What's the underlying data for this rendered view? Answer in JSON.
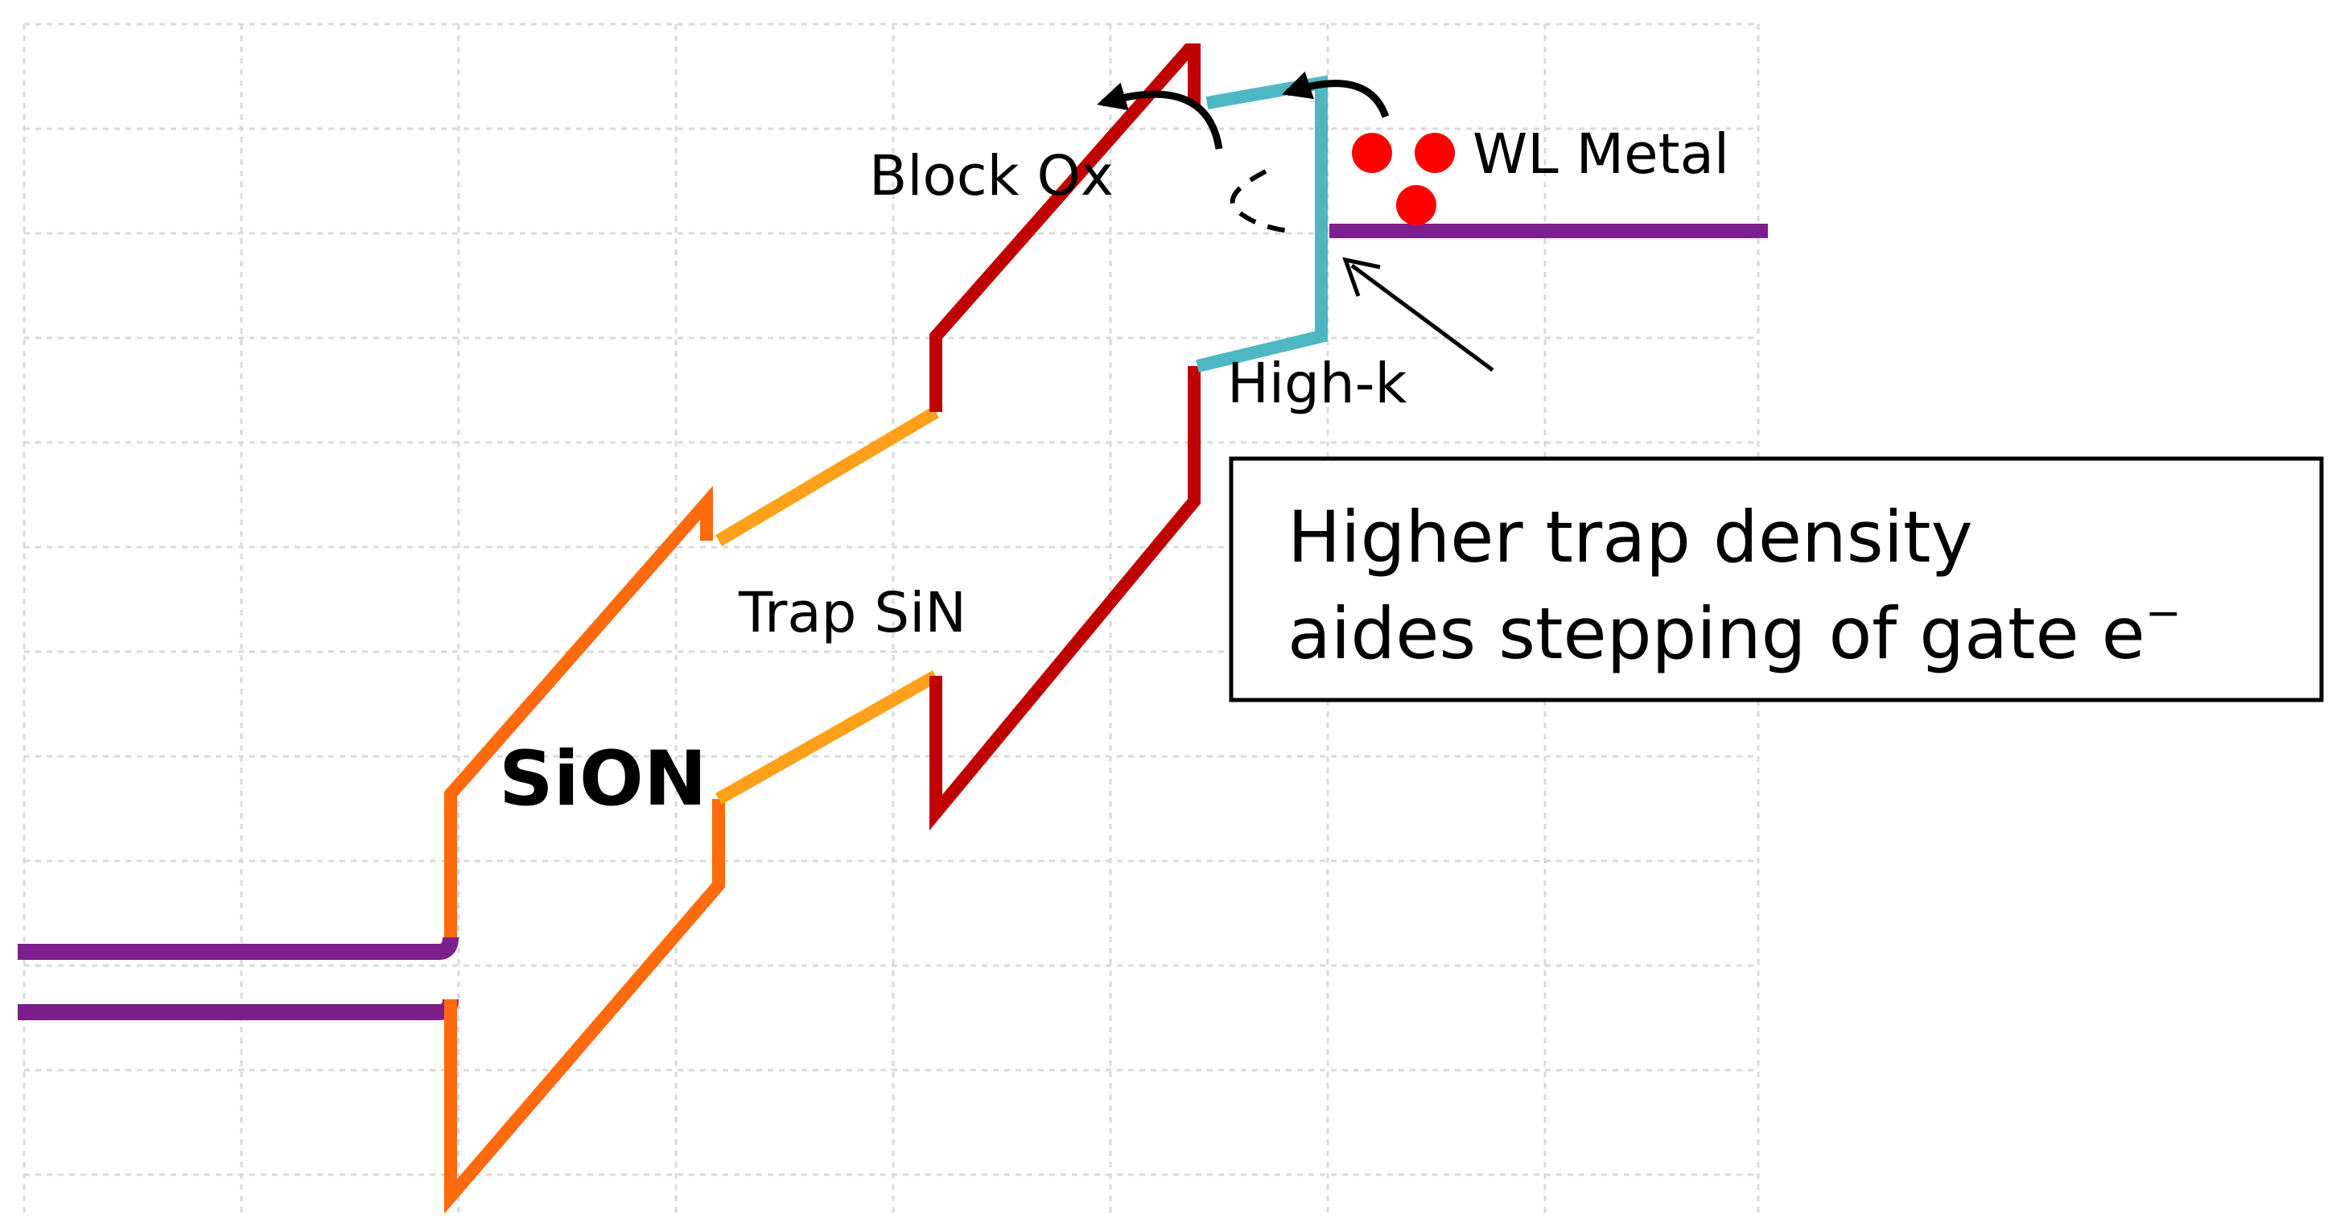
{
  "diagram": {
    "labels": {
      "block_ox": "Block Ox",
      "wl_metal": "WL Metal",
      "high_k": "High-k",
      "trap_sin": "Trap SiN",
      "sion": "SiON"
    },
    "callout": {
      "line1": "Higher trap density",
      "line2": "aides stepping of gate e",
      "superscript": "−"
    },
    "colors": {
      "silicon": "#7b1f8c",
      "sion": "#ff6a0e",
      "trap_sin": "#ffa01a",
      "block_ox": "#c00000",
      "high_k": "#4db8c4",
      "electrons": "#ff0000",
      "grid": "#d9d9d9"
    },
    "electron_count": 3
  }
}
